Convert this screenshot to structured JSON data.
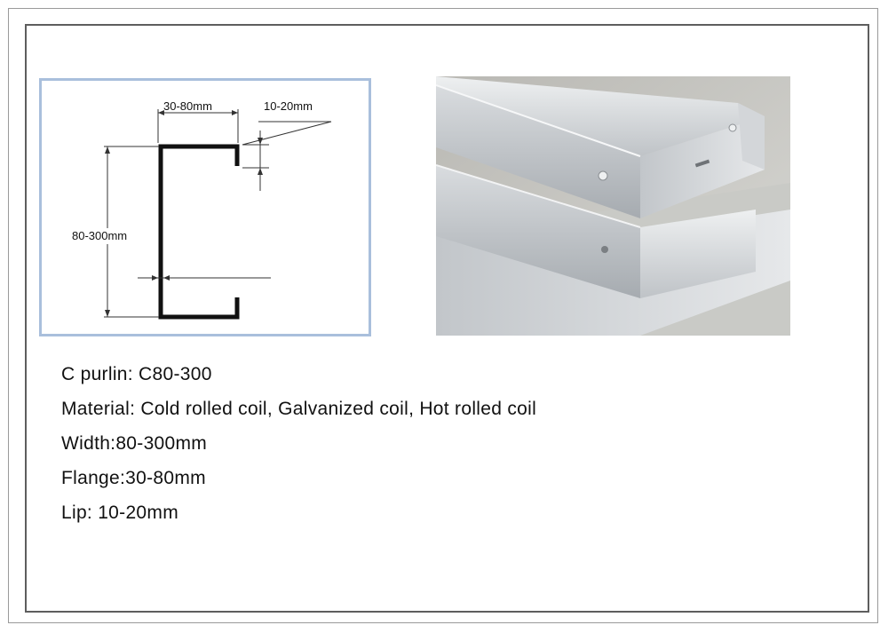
{
  "diagram": {
    "flange_label": "30-80mm",
    "lip_label": "10-20mm",
    "web_label": "80-300mm"
  },
  "photo": {
    "subject": "galvanized-c-purlin-photo"
  },
  "specs": [
    "C purlin: C80-300",
    "Material: Cold rolled coil, Galvanized coil, Hot rolled coil",
    "Width:80-300mm",
    "Flange:30-80mm",
    "Lip: 10-20mm"
  ],
  "colors": {
    "diagram_border": "#a9bfdc",
    "profile_stroke": "#111111",
    "frame_inner": "#5e5e5e"
  }
}
